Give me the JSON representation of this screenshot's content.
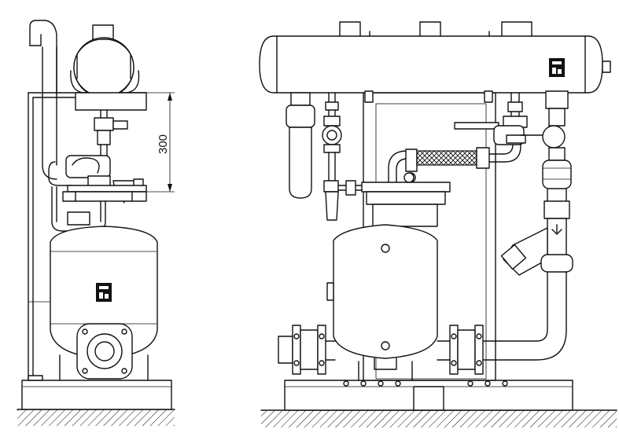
{
  "dimension": {
    "label": "300"
  },
  "views": {
    "side": "side-elevation",
    "front": "front-elevation"
  }
}
